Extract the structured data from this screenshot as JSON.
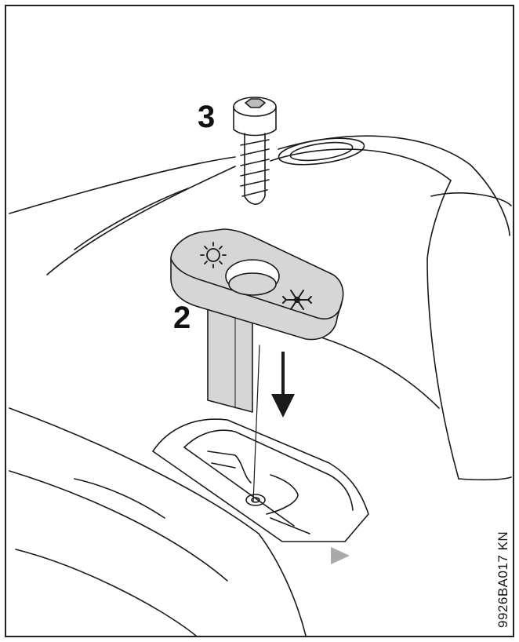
{
  "figure": {
    "callouts": {
      "screw": "3",
      "adjuster": "2"
    },
    "figure_code": "9926BA017 KN",
    "icons": {
      "summer_setting": "sun-icon",
      "winter_setting": "snowflake-icon",
      "direction": "arrow-down-icon",
      "marker": "triangle-marker-icon"
    },
    "colors": {
      "line": "#1a1a1a",
      "part_fill": "#d6d6d6",
      "marker_fill": "#a9a9a9"
    }
  }
}
